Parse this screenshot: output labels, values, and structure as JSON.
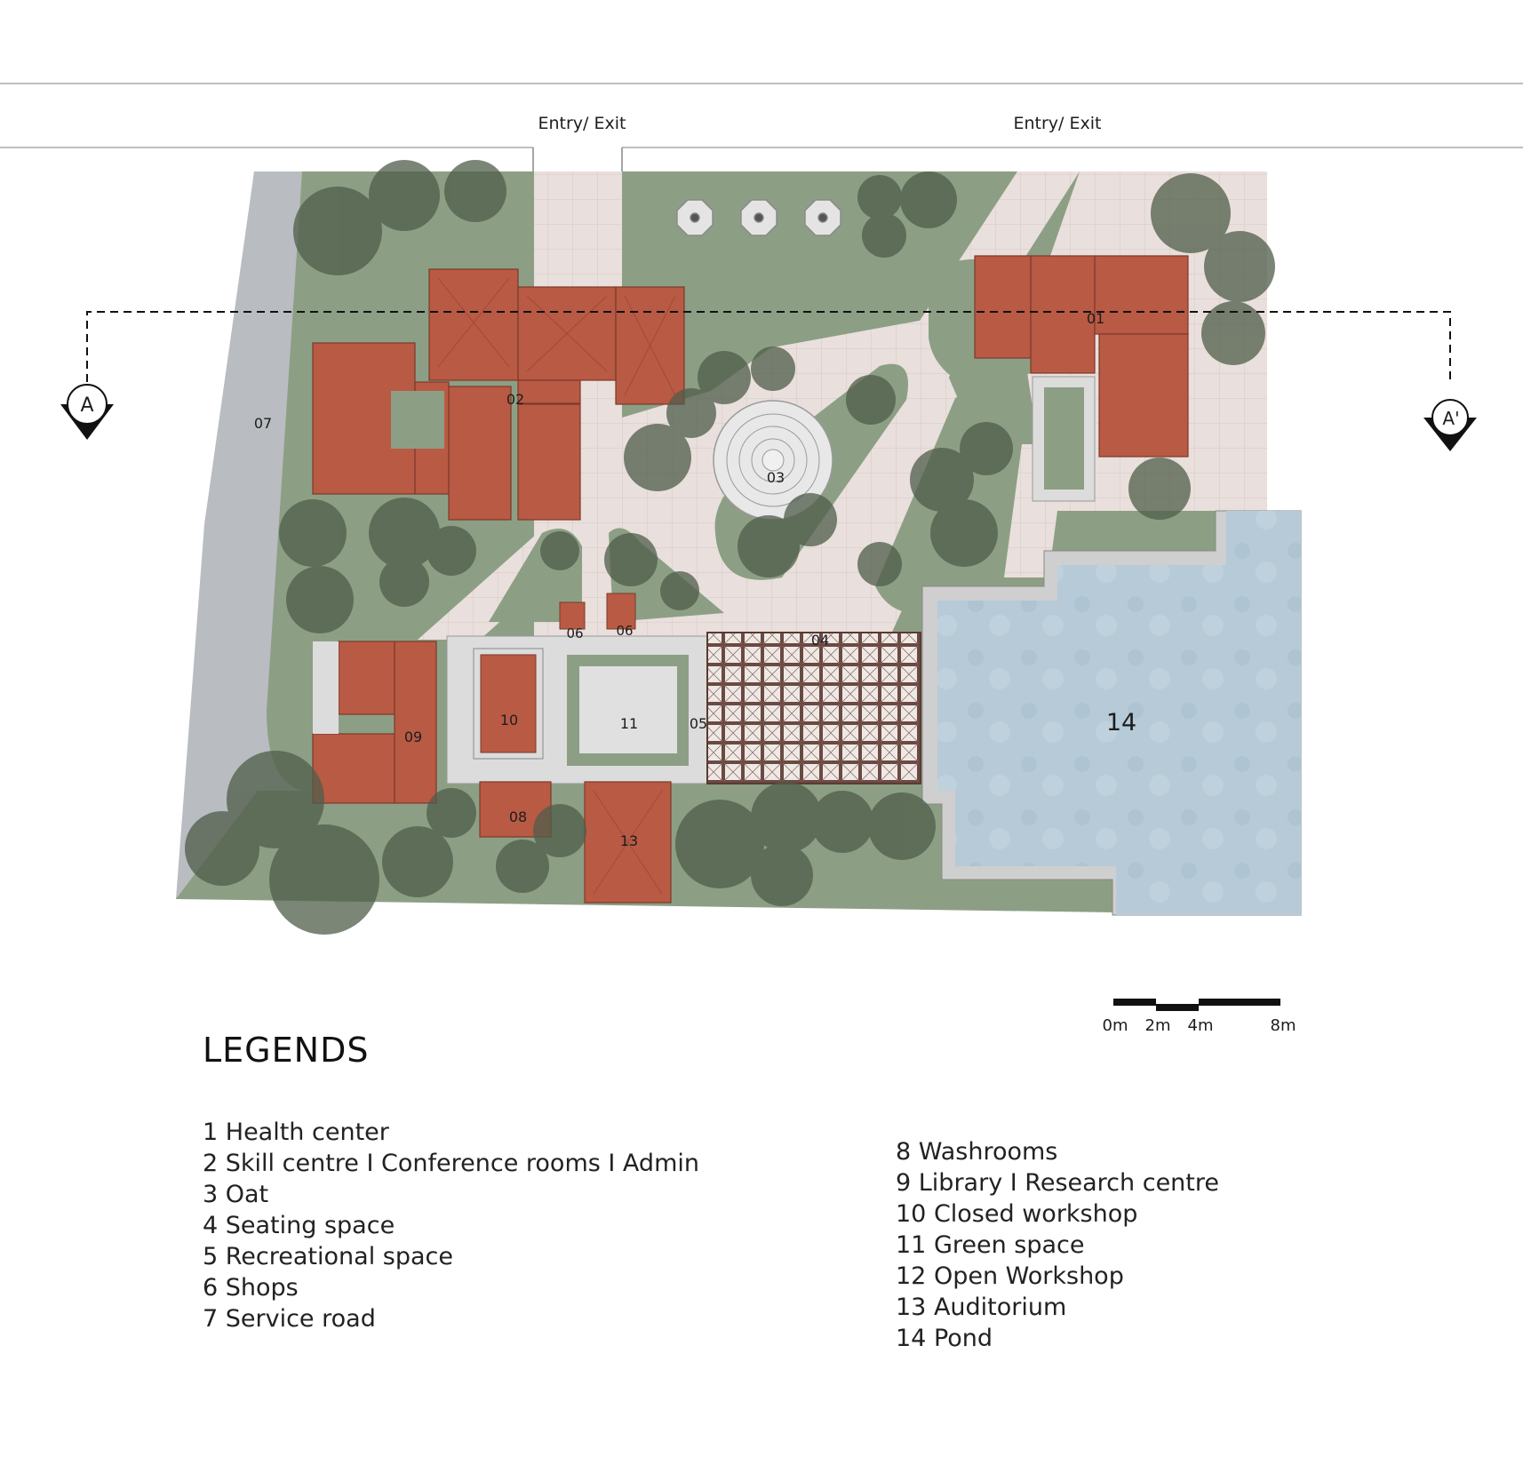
{
  "entries": {
    "left_label": "Entry/ Exit",
    "right_label": "Entry/ Exit"
  },
  "section_markers": {
    "left": "A",
    "right": "A'"
  },
  "zone_labels": {
    "z01": "01",
    "z02": "02",
    "z03": "03",
    "z04": "04",
    "z05": "05",
    "z06a": "06",
    "z06b": "06",
    "z07": "07",
    "z08": "08",
    "z09": "09",
    "z10": "10",
    "z11": "11",
    "z13": "13",
    "z14": "14"
  },
  "scale_bar": {
    "t0": "0m",
    "t1": "2m",
    "t2": "4m",
    "t3": "8m"
  },
  "legend": {
    "title": "LEGENDS",
    "col1": [
      "1 Health center",
      "2 Skill centre I Conference rooms I Admin",
      "3 Oat",
      "4 Seating space",
      "5 Recreational space",
      "6 Shops",
      "7 Service road"
    ],
    "col2": [
      "8 Washrooms",
      "9 Library I Research centre",
      "10 Closed workshop",
      "11 Green space",
      "12 Open Workshop",
      "13 Auditorium",
      "14 Pond"
    ]
  },
  "colors": {
    "lawn": "#8c9f84",
    "roof": "#b95a44",
    "paving": "#e9dfdc",
    "service_road": "#b9bcc0",
    "pond": "#b6cad8",
    "tree_canopy": "#4f5d4a",
    "court": "#dcdcdc"
  }
}
